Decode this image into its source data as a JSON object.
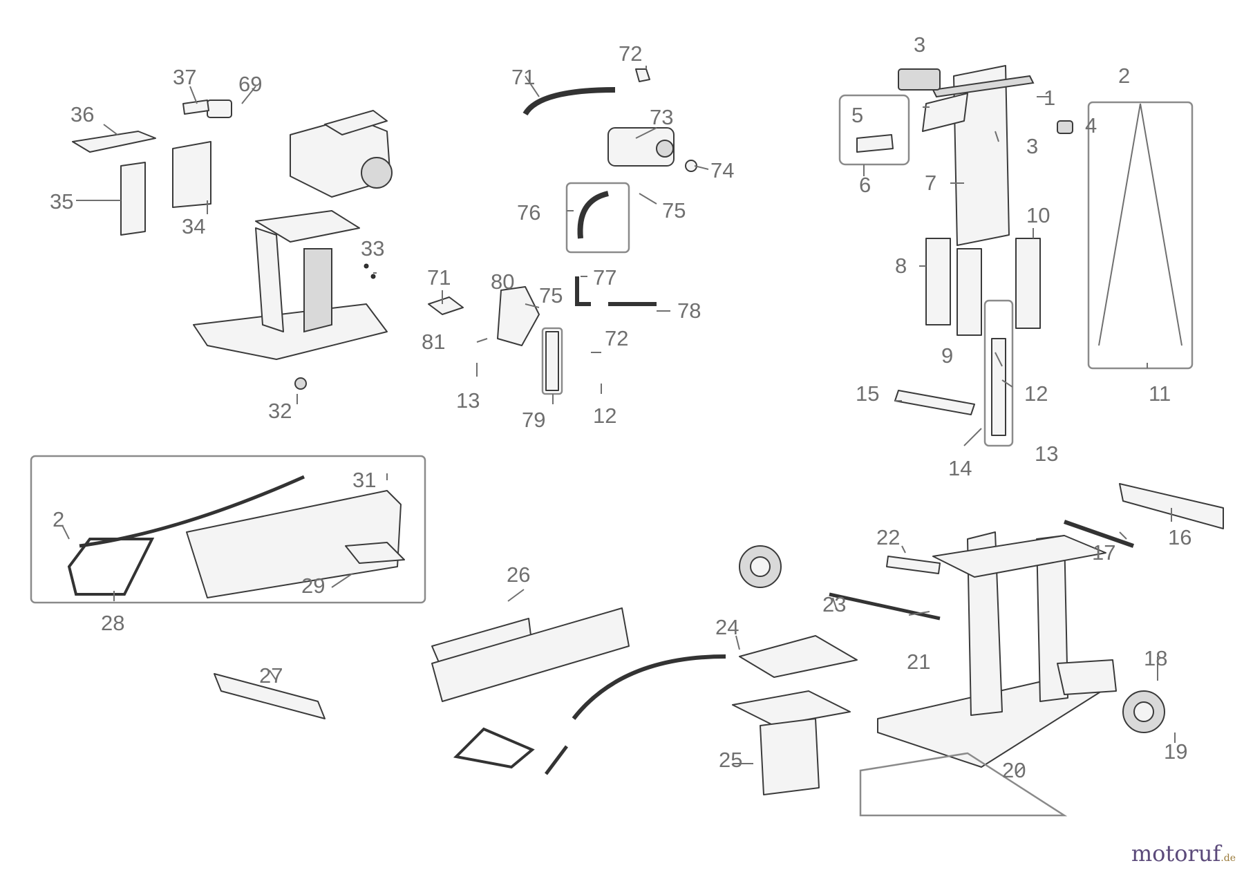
{
  "diagram": {
    "labels": [
      "1",
      "2",
      "3",
      "4",
      "5",
      "6",
      "7",
      "8",
      "9",
      "10",
      "11",
      "12",
      "13",
      "14",
      "15",
      "16",
      "17",
      "18",
      "19",
      "20",
      "21",
      "22",
      "23",
      "24",
      "25",
      "26",
      "27",
      "28",
      "29",
      "31",
      "32",
      "33",
      "34",
      "35",
      "36",
      "37",
      "69",
      "71",
      "72",
      "73",
      "74",
      "75",
      "76",
      "77",
      "78",
      "79",
      "80",
      "81"
    ]
  },
  "watermark": {
    "main": "motoruf",
    "suffix": ".de"
  }
}
